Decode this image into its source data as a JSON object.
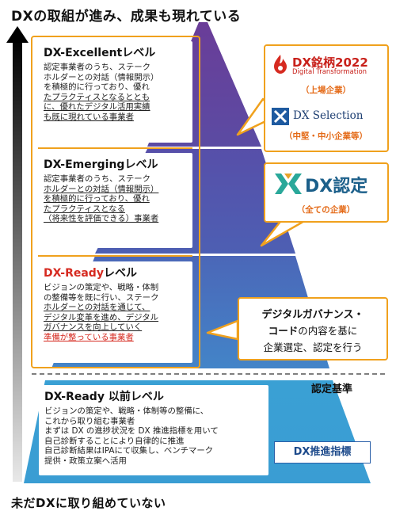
{
  "captions": {
    "top": "DXの取組が進み、成果も現れている",
    "bottom": "未だDXに取り組めていない"
  },
  "levels": {
    "excellent": {
      "title": "DX-Excellentレベル",
      "line1": "認定事業者のうち、ステーク",
      "line2": "ホルダーとの対話（情報開示）",
      "line3": "を積極的に行っており、優れ",
      "line4": "たプラクティスとなるととも",
      "line5": "に、優れたデジタル活用実績",
      "line6": "も既に現れている事業者"
    },
    "emerging": {
      "title": "DX-Emergingレベル",
      "line1": "認定事業者のうち、ステーク",
      "line2": "ホルダーとの対話（情報開示）",
      "line3": "を積極的に行っており、優れ",
      "line4": "たプラクティスとなる",
      "line5": "（将来性を評価できる）事業者"
    },
    "ready": {
      "title_red": "DX-Ready",
      "title_rest": "レベル",
      "line1": "ビジョンの策定や、戦略・体制",
      "line2": "の整備等を既に行い、ステーク",
      "line3": "ホルダーとの対話を通じて、",
      "line4": "デジタル変革を進め、デジタル",
      "line5": "ガバナンスを向上していく",
      "line6": "準備が整っている事業者"
    },
    "pre_ready": {
      "title": "DX-Ready 以前レベル",
      "line1": "ビジョンの策定や、戦略・体制等の整備に、",
      "line2": "これから取り組む事業者",
      "line3": "まずは DX の進捗状況を DX 推進指標を用いて",
      "line4": "自己診断することにより自律的に推進",
      "line5": "自己診断結果はIPAにて収集し、ベンチマーク",
      "line6": "提供・政策立案へ活用"
    }
  },
  "callouts": {
    "meigara": {
      "logo_text": "DX銘柄2022",
      "logo_sub": "Digital Transformation",
      "target": "（上場企業）"
    },
    "selection": {
      "logo_text": "DX Selection",
      "target": "（中堅・中小企業等）"
    },
    "nintei": {
      "logo_text": "DX認定",
      "target": "（全ての企業）"
    },
    "governance": {
      "line1": "デジタルガバナンス・",
      "line2_bold": "コード",
      "line2_rest": "の内容を基に",
      "line3": "企業選定、認定を行う"
    }
  },
  "labels": {
    "kijun": "認定基準",
    "dx_indicator": "DX推進指標"
  },
  "colors": {
    "accent_orange": "#f0a11d",
    "red_text": "#d62a20",
    "pyramid_top": "#5a3d9a",
    "pyramid_mid": "#4f53a8",
    "pyramid_low": "#4874c2",
    "pyramid_base": "#3b9fd2"
  }
}
